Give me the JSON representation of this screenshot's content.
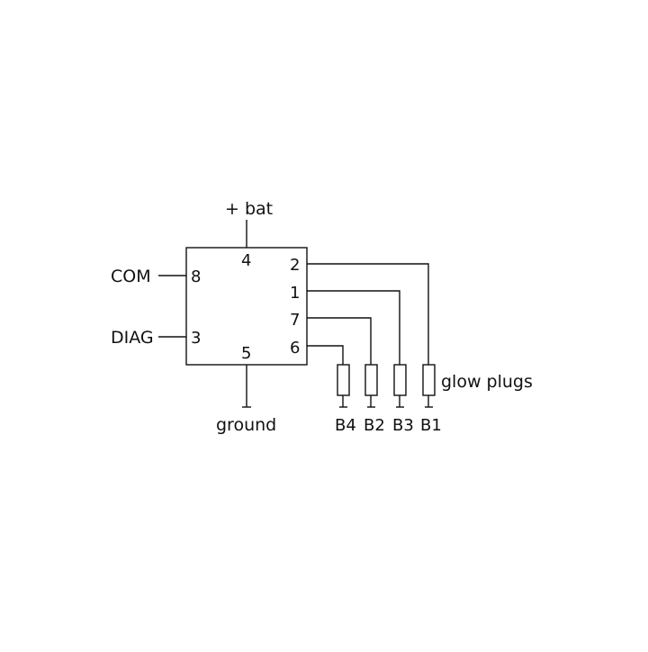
{
  "diagram": {
    "colors": {
      "line": "#111111",
      "background": "#ffffff"
    },
    "labels": {
      "bat": "+ bat",
      "com": "COM",
      "diag": "DIAG",
      "ground": "ground",
      "glow_plugs": "glow plugs"
    },
    "pins": {
      "bat": "4",
      "com": "8",
      "diag": "3",
      "ground": "5",
      "out_b1": "2",
      "out_b3": "1",
      "out_b2": "7",
      "out_b4": "6"
    },
    "plugs": {
      "b4": "B4",
      "b2": "B2",
      "b3": "B3",
      "b1": "B1"
    }
  }
}
